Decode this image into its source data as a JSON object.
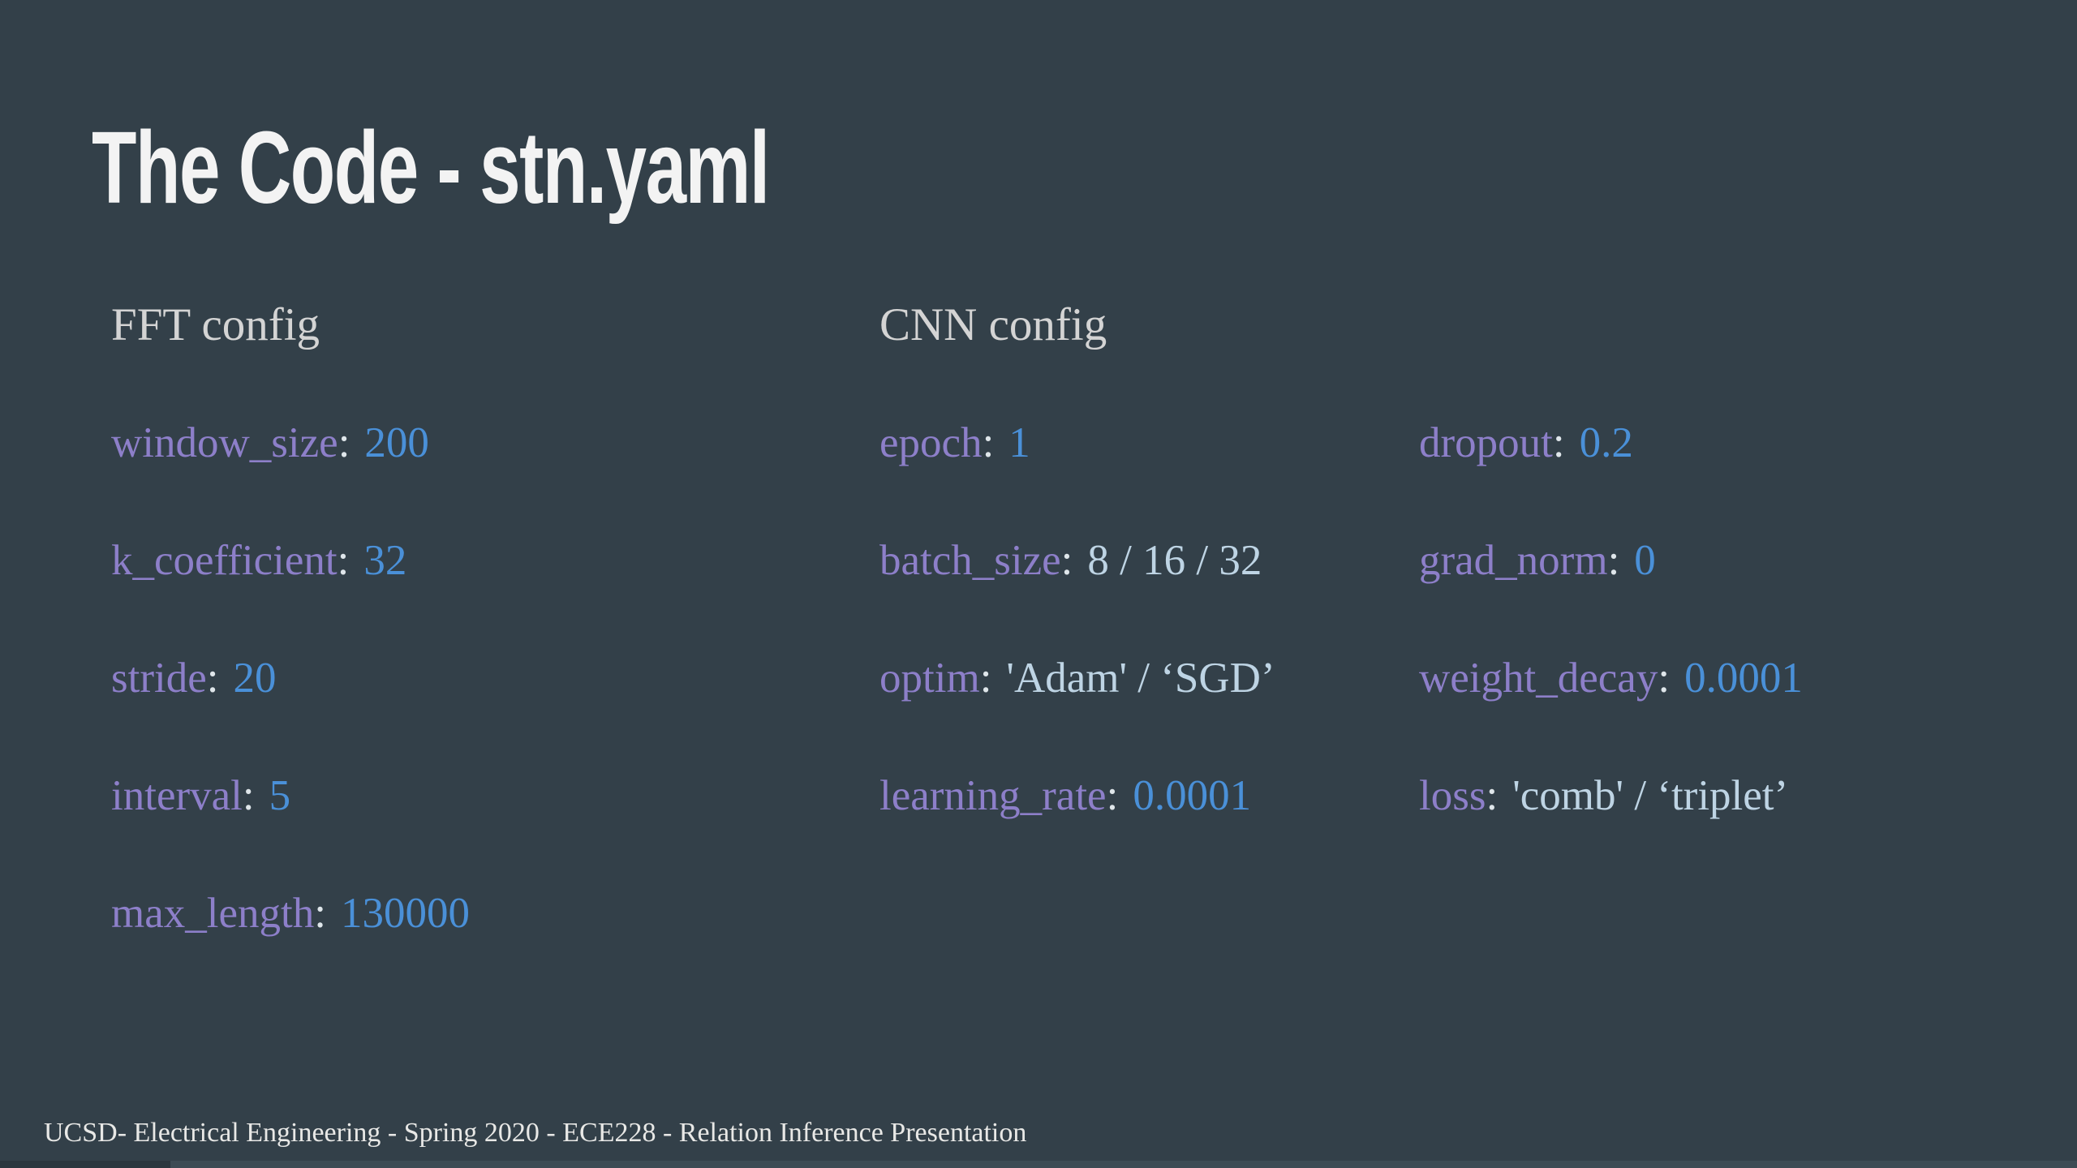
{
  "slide": {
    "title": "The Code - stn.yaml",
    "separator": ":",
    "footer": "UCSD- Electrical Engineering - Spring 2020 - ECE228 - Relation Inference Presentation",
    "colors": {
      "background": "#334049",
      "key_purple": "#8d7fc9",
      "value_blue": "#4a90d8",
      "value_pale_blue": "#bed4e4",
      "heading_gray": "#d4d4d4",
      "title_white": "#f3f3f3"
    },
    "columns": [
      {
        "heading": "FFT config",
        "rows": [
          {
            "key": "window_size",
            "value": "200",
            "value_type": "number"
          },
          {
            "key": "k_coefficient",
            "value": "32",
            "value_type": "number"
          },
          {
            "key": "stride",
            "value": "20",
            "value_type": "number"
          },
          {
            "key": "interval",
            "value": "5",
            "value_type": "number"
          },
          {
            "key": "max_length",
            "value": "130000",
            "value_type": "number"
          }
        ]
      },
      {
        "heading": "CNN config",
        "rows": [
          {
            "key": "epoch",
            "value": "1",
            "value_type": "number"
          },
          {
            "key": "batch_size",
            "value": "8 / 16 / 32",
            "value_type": "string"
          },
          {
            "key": "optim",
            "value": "'Adam' / ‘SGD’",
            "value_type": "string"
          },
          {
            "key": "learning_rate",
            "value": "0.0001",
            "value_type": "number"
          }
        ]
      },
      {
        "heading": "",
        "rows": [
          {
            "key": "dropout",
            "value": "0.2",
            "value_type": "number"
          },
          {
            "key": "grad_norm",
            "value": "0",
            "value_type": "number"
          },
          {
            "key": "weight_decay",
            "value": "0.0001",
            "value_type": "number"
          },
          {
            "key": "loss",
            "value": "'comb' / ‘triplet’",
            "value_type": "string"
          }
        ]
      }
    ]
  }
}
